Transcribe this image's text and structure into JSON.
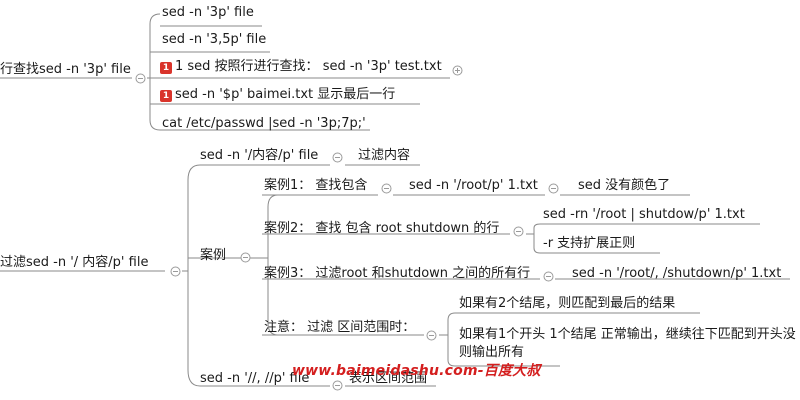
{
  "nodes": {
    "n1": "行查找sed -n '3p' file",
    "n1a": "sed -n '3p' file",
    "n1b": "sed -n '3,5p' file",
    "n1c_badge": "1",
    "n1c": "1 sed 按照行进行查找：  sed -n '3p' test.txt",
    "n1d_badge": "1",
    "n1d": "sed -n '$p' baimei.txt    显示最后一行",
    "n1e": "cat /etc/passwd |sed -n '3p;7p;'",
    "n2": "过滤sed  -n '/ 内容/p' file",
    "n2a": "sed -n '/内容/p' file",
    "n2a_note": "过滤内容",
    "n2b": "案例",
    "c1": "案例1：  查找包含",
    "c1a": "sed -n '/root/p'  1.txt",
    "c1b": "sed 没有颜色了",
    "c2": "案例2：  查找 包含 root  shutdown 的行",
    "c2a": "sed -rn '/root | shutdow/p' 1.txt",
    "c2b": "-r 支持扩展正则",
    "c3": "案例3：  过滤root 和shutdown 之间的所有行",
    "c3a": "sed -n '/root/, /shutdown/p' 1.txt",
    "c4": "注意：  过滤 区间范围时：",
    "c4a": "如果有2个结尾，则匹配到最后的结果",
    "c4b_1": "如果有1个开头 1个结尾 正常输出，继续往下匹配到开头没",
    "c4b_2": "则输出所有",
    "n2c": "sed -n '//, //p' file",
    "n2c_note": "表示区间范围"
  },
  "watermark": "www.baimeidashu.com-百度大叔",
  "colors": {
    "line": "#8a8a8a",
    "badge": "#d9342b",
    "watermark": "#d41e1e",
    "toggle": "#9a9a9a"
  }
}
